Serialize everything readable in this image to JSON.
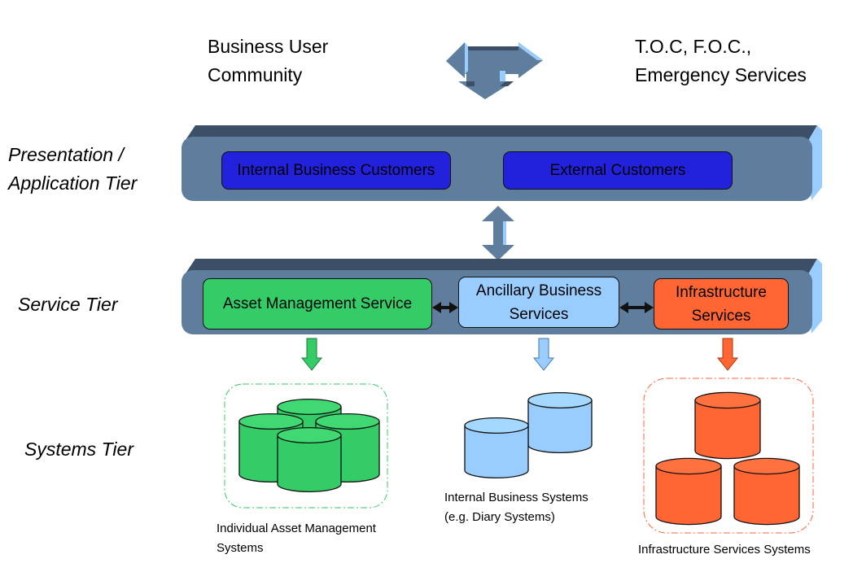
{
  "top": {
    "left_label": [
      "Business User",
      "Community"
    ],
    "right_label": [
      "T.O.C, F.O.C.,",
      "Emergency Services"
    ]
  },
  "tiers": {
    "presentation": [
      "Presentation /",
      "Application Tier"
    ],
    "service": "Service Tier",
    "systems": "Systems Tier"
  },
  "presentation_boxes": [
    {
      "label": "Internal Business Customers",
      "color": "#2222dd"
    },
    {
      "label": "External Customers",
      "color": "#2222dd"
    }
  ],
  "service_boxes": [
    {
      "label": "Asset Management Service",
      "color": "#33cc66"
    },
    {
      "label": "Ancillary Business Services",
      "lines": [
        "Ancillary Business",
        "Services"
      ],
      "color": "#99ccff"
    },
    {
      "label": "Infrastructure Services",
      "lines": [
        "Infrastructure",
        "Services"
      ],
      "color": "#ff6633"
    }
  ],
  "systems": [
    {
      "lines": [
        "Individual Asset Management",
        "Systems"
      ],
      "color": "#33cc66",
      "count": 4
    },
    {
      "lines": [
        "Internal Business Systems",
        "(e.g. Diary Systems)"
      ],
      "color": "#99ccff",
      "count": 2
    },
    {
      "lines": [
        "Infrastructure Services Systems"
      ],
      "color": "#ff6633",
      "count": 3
    }
  ],
  "colors": {
    "bar_face": "#5f7d9c",
    "bar_top": "#3c4f66",
    "bar_side": "#99ccff"
  }
}
